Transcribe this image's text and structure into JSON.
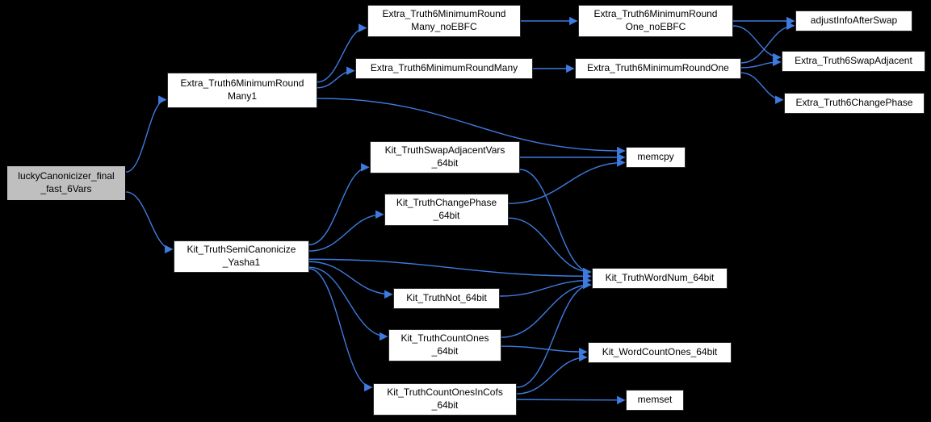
{
  "diagram": {
    "type": "call-graph",
    "background_color": "#000000",
    "edge_color": "#3d7be0",
    "node_fill": "#ffffff",
    "highlight_fill": "#bfbfbf",
    "nodes": [
      {
        "id": "lucky",
        "label": "luckyCanonicizer_final\n_fast_6Vars",
        "highlight": true
      },
      {
        "id": "many1",
        "label": "Extra_Truth6MinimumRound\nMany1"
      },
      {
        "id": "manyNoEBFC",
        "label": "Extra_Truth6MinimumRound\nMany_noEBFC"
      },
      {
        "id": "many",
        "label": "Extra_Truth6MinimumRoundMany"
      },
      {
        "id": "oneNoEBFC",
        "label": "Extra_Truth6MinimumRound\nOne_noEBFC"
      },
      {
        "id": "one",
        "label": "Extra_Truth6MinimumRoundOne"
      },
      {
        "id": "adjust",
        "label": "adjustInfoAfterSwap"
      },
      {
        "id": "swapAdj",
        "label": "Extra_Truth6SwapAdjacent"
      },
      {
        "id": "changePhase",
        "label": "Extra_Truth6ChangePhase"
      },
      {
        "id": "kitSwap",
        "label": "Kit_TruthSwapAdjacentVars\n_64bit"
      },
      {
        "id": "memcpy",
        "label": "memcpy"
      },
      {
        "id": "kitChange",
        "label": "Kit_TruthChangePhase\n_64bit"
      },
      {
        "id": "yasha",
        "label": "Kit_TruthSemiCanonicize\n_Yasha1"
      },
      {
        "id": "wordnum",
        "label": "Kit_TruthWordNum_64bit"
      },
      {
        "id": "kitNot",
        "label": "Kit_TruthNot_64bit"
      },
      {
        "id": "countOnes",
        "label": "Kit_TruthCountOnes\n_64bit"
      },
      {
        "id": "wordCount",
        "label": "Kit_WordCountOnes_64bit"
      },
      {
        "id": "countCofs",
        "label": "Kit_TruthCountOnesInCofs\n_64bit"
      },
      {
        "id": "memset",
        "label": "memset"
      }
    ],
    "edges": [
      {
        "from": "lucky",
        "to": "many1"
      },
      {
        "from": "lucky",
        "to": "yasha"
      },
      {
        "from": "many1",
        "to": "manyNoEBFC"
      },
      {
        "from": "many1",
        "to": "many"
      },
      {
        "from": "many1",
        "to": "memcpy"
      },
      {
        "from": "manyNoEBFC",
        "to": "oneNoEBFC"
      },
      {
        "from": "many",
        "to": "one"
      },
      {
        "from": "oneNoEBFC",
        "to": "adjust"
      },
      {
        "from": "oneNoEBFC",
        "to": "swapAdj"
      },
      {
        "from": "one",
        "to": "adjust"
      },
      {
        "from": "one",
        "to": "swapAdj"
      },
      {
        "from": "one",
        "to": "changePhase"
      },
      {
        "from": "kitSwap",
        "to": "memcpy"
      },
      {
        "from": "kitSwap",
        "to": "wordnum"
      },
      {
        "from": "kitChange",
        "to": "memcpy"
      },
      {
        "from": "kitChange",
        "to": "wordnum"
      },
      {
        "from": "yasha",
        "to": "kitSwap"
      },
      {
        "from": "yasha",
        "to": "kitChange"
      },
      {
        "from": "yasha",
        "to": "wordnum"
      },
      {
        "from": "yasha",
        "to": "kitNot"
      },
      {
        "from": "yasha",
        "to": "countOnes"
      },
      {
        "from": "yasha",
        "to": "countCofs"
      },
      {
        "from": "kitNot",
        "to": "wordnum"
      },
      {
        "from": "countOnes",
        "to": "wordnum"
      },
      {
        "from": "countOnes",
        "to": "wordCount"
      },
      {
        "from": "countCofs",
        "to": "wordnum"
      },
      {
        "from": "countCofs",
        "to": "wordCount"
      },
      {
        "from": "countCofs",
        "to": "memset"
      }
    ]
  }
}
